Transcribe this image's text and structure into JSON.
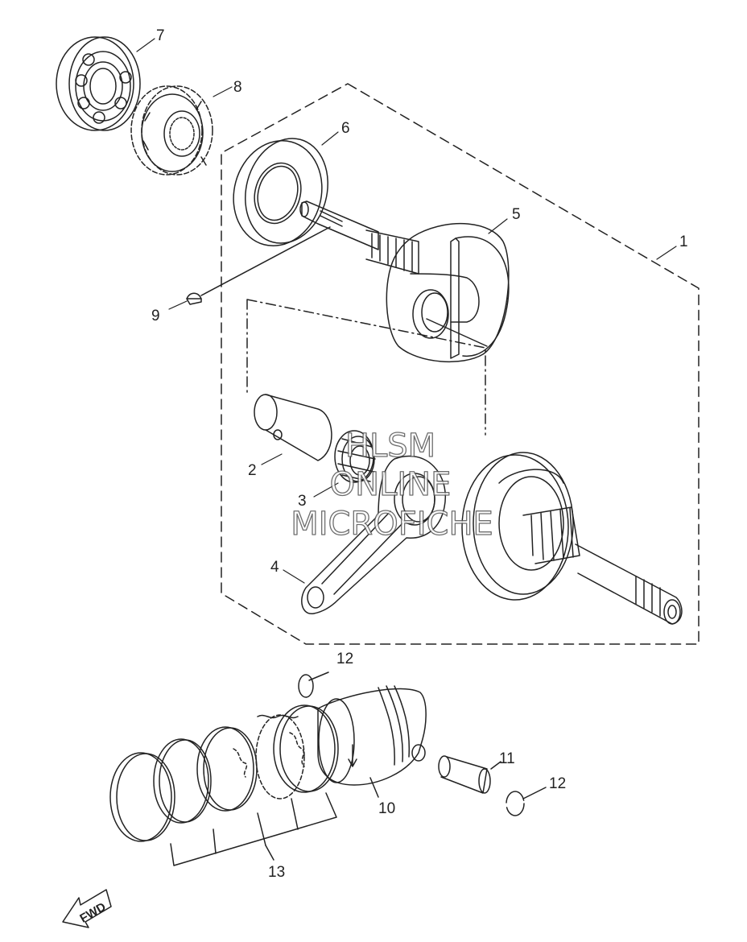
{
  "diagram": {
    "callouts": {
      "c1": "1",
      "c2": "2",
      "c3": "3",
      "c4": "4",
      "c5": "5",
      "c6": "6",
      "c7": "7",
      "c8": "8",
      "c9": "9",
      "c10": "10",
      "c11": "11",
      "c12a": "12",
      "c12b": "12",
      "c13": "13"
    },
    "watermark": {
      "line1": "HLSM",
      "line2": "ONLINE",
      "line3": "MICROFICHE"
    },
    "direction_badge": "FWD"
  }
}
